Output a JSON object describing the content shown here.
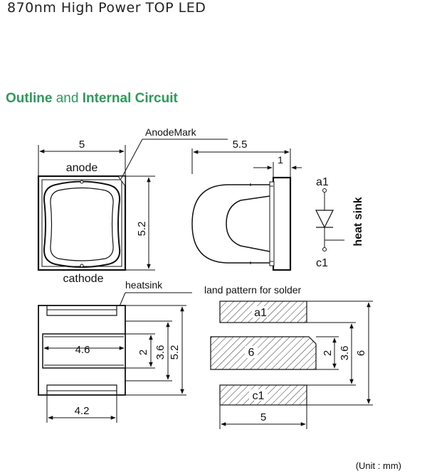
{
  "header": {
    "title": "870nm High Power TOP LED"
  },
  "section": {
    "word1": "Outline",
    "word2": "and",
    "word3": "Internal Circuit"
  },
  "top_view": {
    "width": "5",
    "height": "5.2",
    "anode": "anode",
    "cathode": "cathode",
    "anode_mark": "AnodeMark"
  },
  "side_view": {
    "depth": "5.5",
    "rim": "1"
  },
  "circuit": {
    "a1": "a1",
    "c1": "c1",
    "heat_sink": "heat sink"
  },
  "bottom_view": {
    "heatsink": "heatsink",
    "pad_width": "4.6",
    "pad_height": "2",
    "inner_height": "3.6",
    "outer_height": "5.2",
    "lead_width": "4.2"
  },
  "land_pattern": {
    "label": "land pattern for solder",
    "pad_a1": "a1",
    "pad_center": "6",
    "pad_c1": "c1",
    "pad_height": "2",
    "inner_height": "3.6",
    "outer_height": "6",
    "width": "5"
  },
  "footer": {
    "unit": "(Unit : mm)"
  }
}
